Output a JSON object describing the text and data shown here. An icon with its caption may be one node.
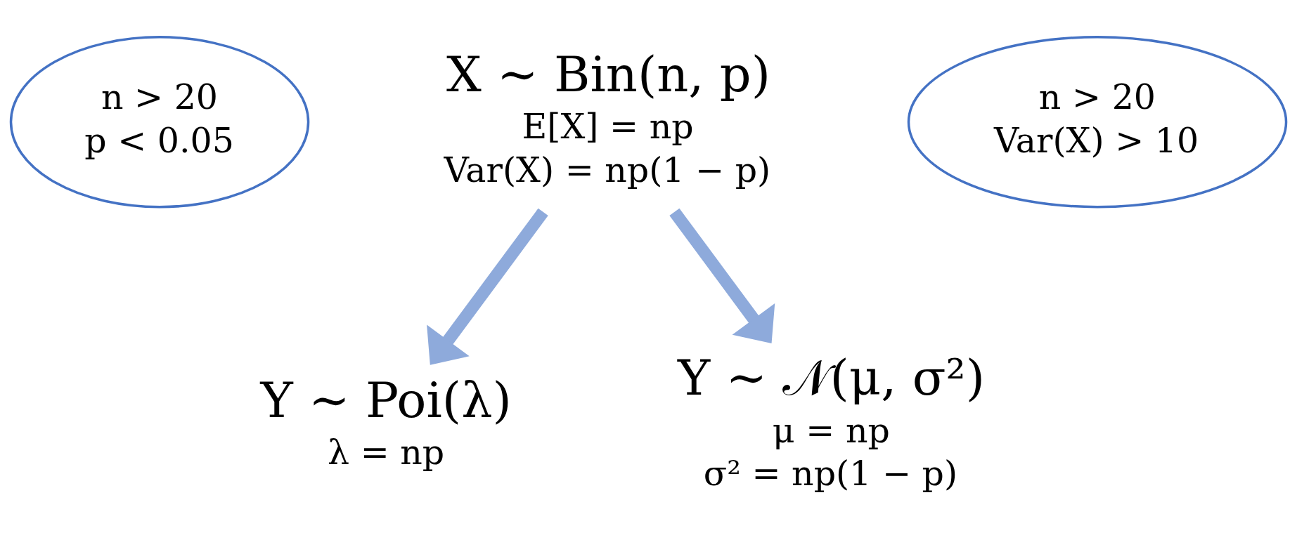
{
  "diagram": {
    "nodes": [
      {
        "text": [
          "X ∼ Bin(n, p)",
          "E[X] = np",
          "Var(X) = np(1 − p)"
        ]
      },
      {
        "text": [
          "Y ∼ Poi(λ)",
          "λ = np"
        ]
      },
      {
        "text": [
          "Y ∼ 𝒩(μ, σ²)",
          "μ = np",
          "σ² = np(1 − p)"
        ]
      },
      {
        "text": [
          "n > 20",
          "p < 0.05"
        ]
      },
      {
        "text": [
          "n > 20",
          "Var(X) > 10"
        ]
      }
    ],
    "edges": [
      {
        "from": 0,
        "to": 1,
        "arrow": "to"
      },
      {
        "from": 0,
        "to": 2,
        "arrow": "to"
      }
    ]
  }
}
